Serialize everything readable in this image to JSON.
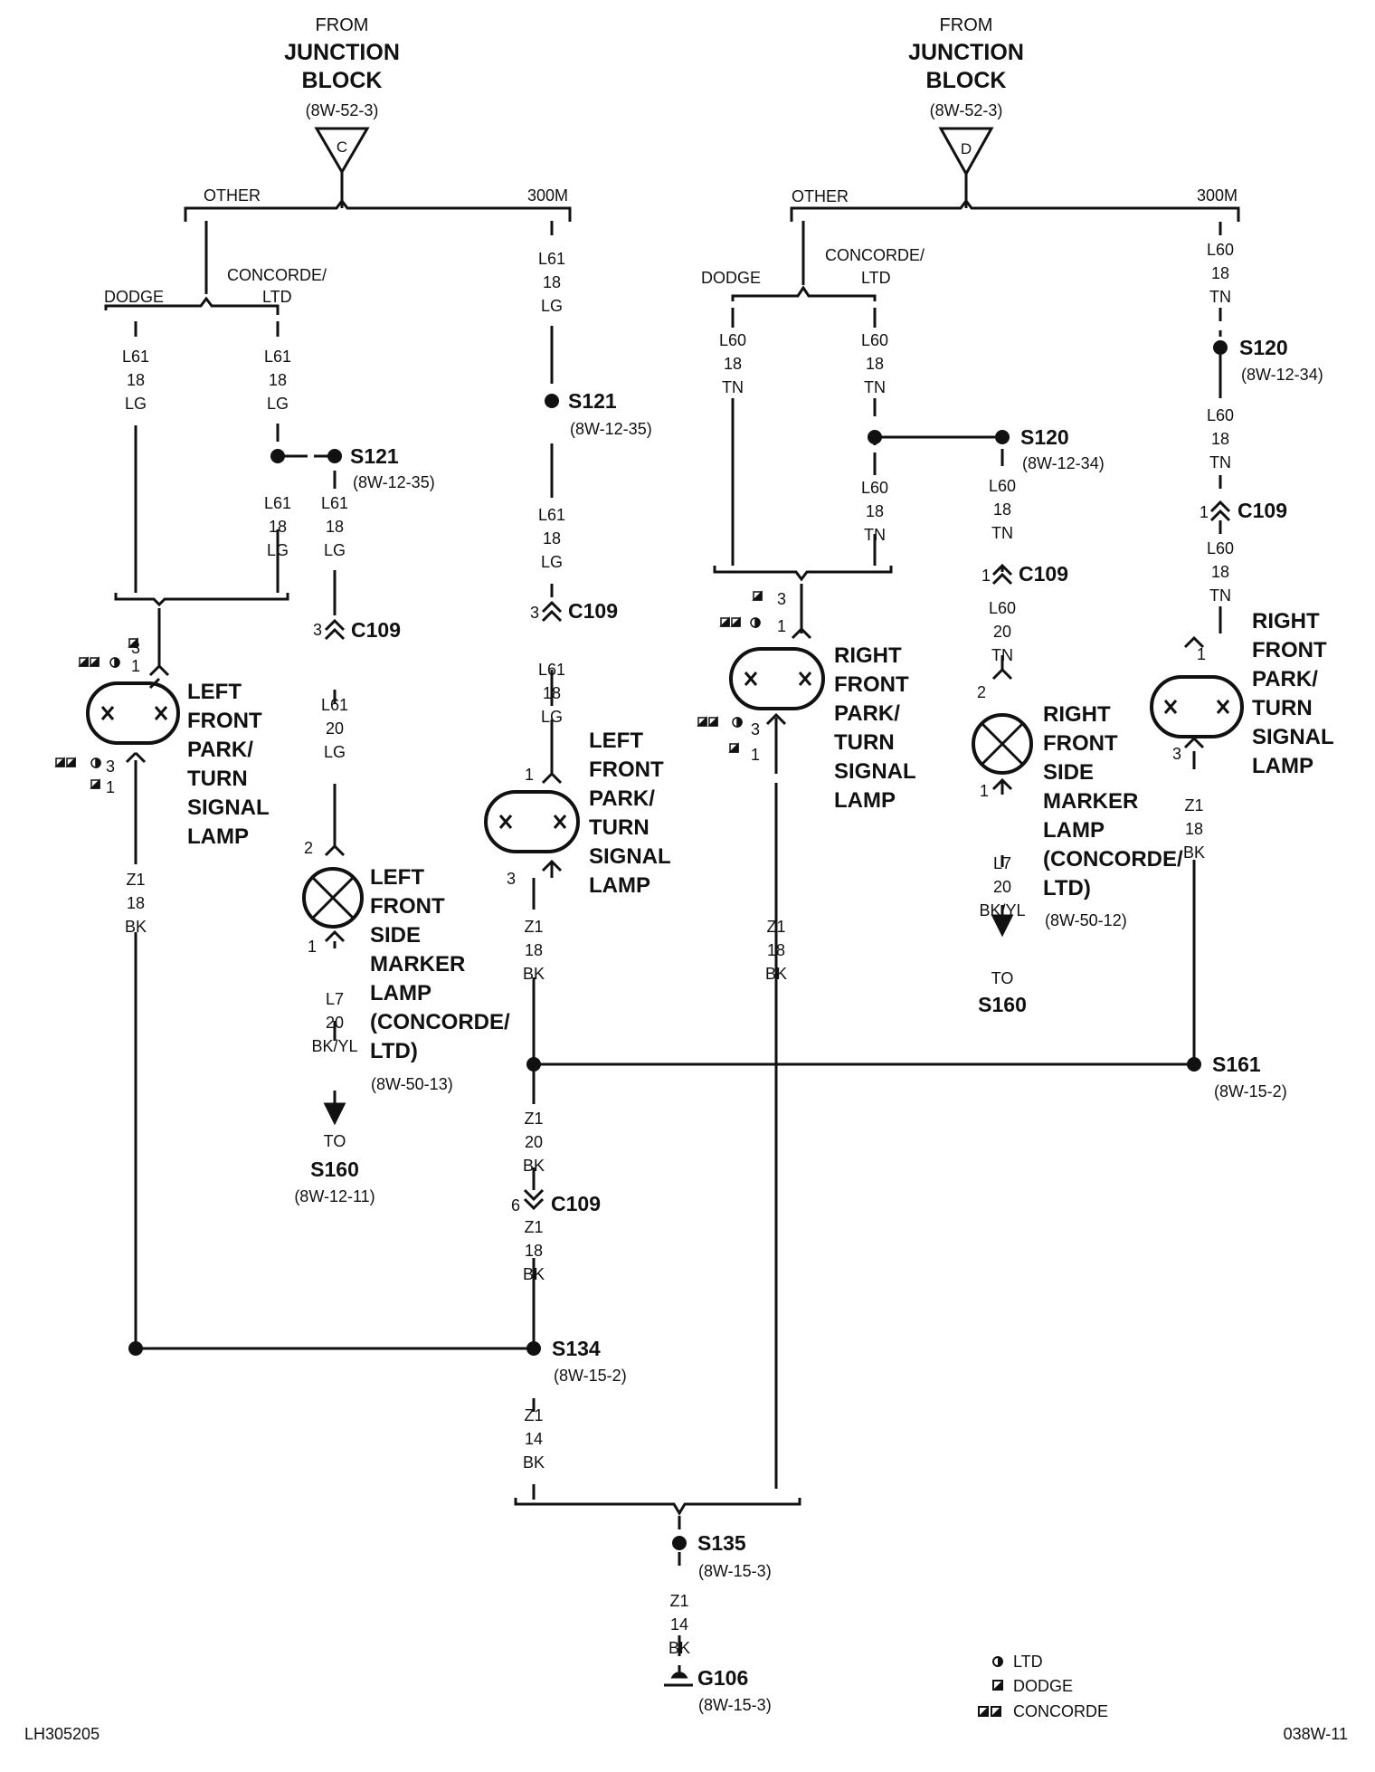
{
  "colors": {
    "ink": "#111111",
    "paper": "#ffffff"
  },
  "jb_c": {
    "from": "FROM",
    "title1": "JUNCTION",
    "title2": "BLOCK",
    "ref": "(8W-52-3)",
    "letter": "C"
  },
  "jb_d": {
    "from": "FROM",
    "title1": "JUNCTION",
    "title2": "BLOCK",
    "ref": "(8W-52-3)",
    "letter": "D"
  },
  "branches": {
    "other": "OTHER",
    "m300": "300M",
    "dodge": "DODGE",
    "concorde1": "CONCORDE/",
    "ltd": "LTD"
  },
  "wires": {
    "l61": {
      "code": "L61",
      "gauge": "18",
      "color": "LG"
    },
    "l61_20": {
      "code": "L61",
      "gauge": "20",
      "color": "LG"
    },
    "l60": {
      "code": "L60",
      "gauge": "18",
      "color": "TN"
    },
    "l60_20": {
      "code": "L60",
      "gauge": "20",
      "color": "TN"
    },
    "z1_18": {
      "code": "Z1",
      "gauge": "18",
      "color": "BK"
    },
    "z1_20": {
      "code": "Z1",
      "gauge": "20",
      "color": "BK"
    },
    "z1_14": {
      "code": "Z1",
      "gauge": "14",
      "color": "BK"
    },
    "l7": {
      "code": "L7",
      "gauge": "20",
      "color": "BK/YL"
    }
  },
  "splices": {
    "s121": {
      "name": "S121",
      "ref": "(8W-12-35)"
    },
    "s120": {
      "name": "S120",
      "ref": "(8W-12-34)"
    },
    "s161": {
      "name": "S161",
      "ref": "(8W-15-2)"
    },
    "s134": {
      "name": "S134",
      "ref": "(8W-15-2)"
    },
    "s135": {
      "name": "S135",
      "ref": "(8W-15-3)"
    }
  },
  "ground": {
    "name": "G106",
    "ref": "(8W-15-3)"
  },
  "connector": "C109",
  "pins": {
    "p1": "1",
    "p2": "2",
    "p3": "3",
    "p6": "6"
  },
  "to": "TO",
  "s160": {
    "name": "S160",
    "ref_left": "(8W-12-11)"
  },
  "lamps": {
    "left_park": [
      "LEFT",
      "FRONT",
      "PARK/",
      "TURN",
      "SIGNAL",
      "LAMP"
    ],
    "right_park": [
      "RIGHT",
      "FRONT",
      "PARK/",
      "TURN",
      "SIGNAL",
      "LAMP"
    ],
    "left_marker": [
      "LEFT",
      "FRONT",
      "SIDE",
      "MARKER",
      "LAMP",
      "(CONCORDE/",
      "LTD)"
    ],
    "left_marker_ref": "(8W-50-13)",
    "right_marker": [
      "RIGHT",
      "FRONT",
      "SIDE",
      "MARKER",
      "LAMP",
      "(CONCORDE/",
      "LTD)"
    ],
    "right_marker_ref": "(8W-50-12)"
  },
  "legend": {
    "ltd": "LTD",
    "dodge": "DODGE",
    "concorde": "CONCORDE"
  },
  "footer": {
    "left": "LH305205",
    "right": "038W-11"
  }
}
